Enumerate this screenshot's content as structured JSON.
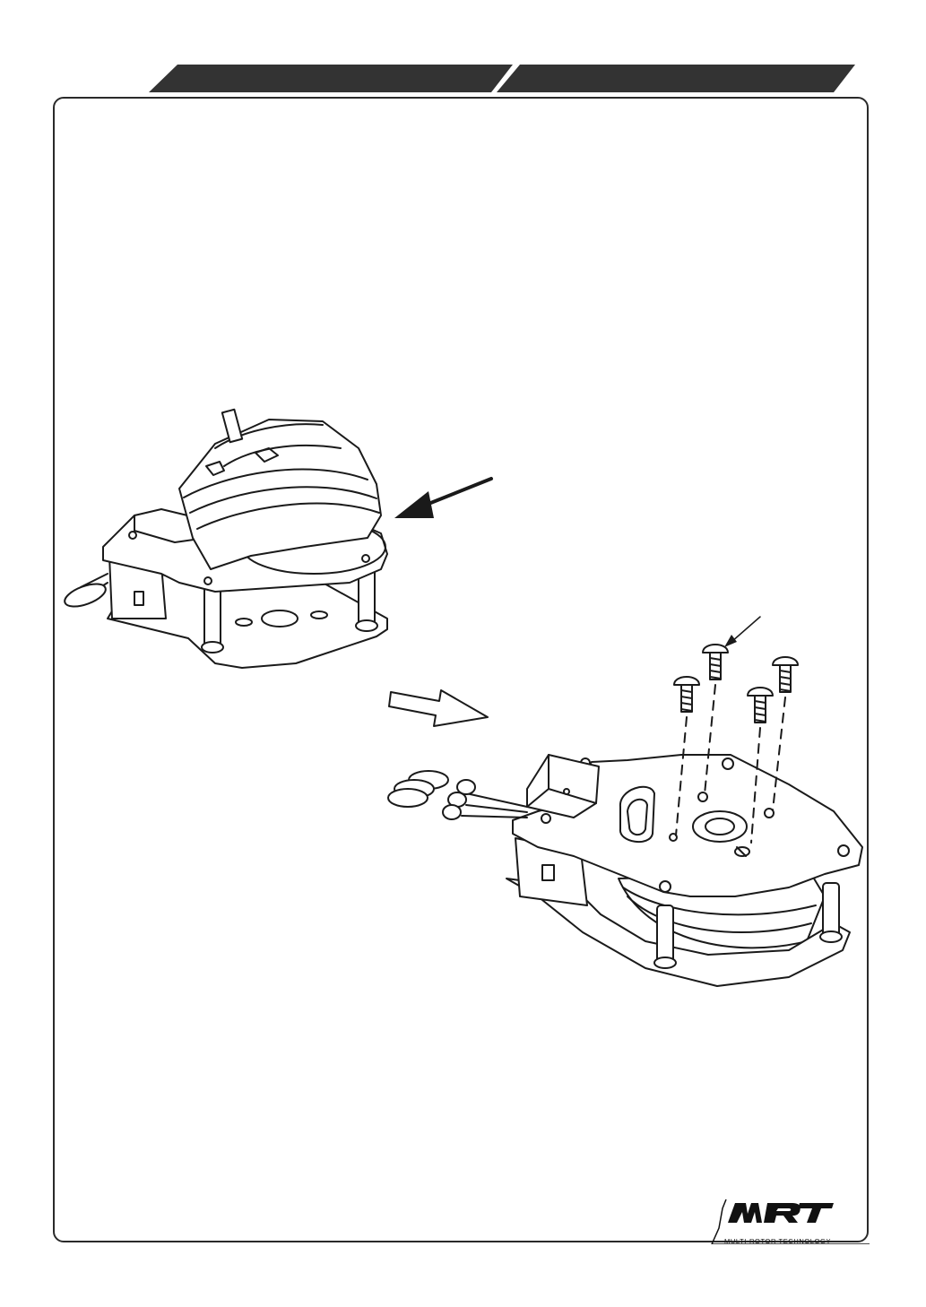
{
  "header": {
    "tab_left_label": "",
    "tab_right_label": ""
  },
  "figure": {
    "step1_arrow_icon": "arrow-insert-icon",
    "step_transition_icon": "hollow-arrow-right-icon",
    "screw_callout_icon": "callout-arrow-icon",
    "screw_count": 4
  },
  "logo": {
    "mark": "MRT",
    "tagline": "MULTI-ROTOR TECHNOLOGY"
  },
  "colors": {
    "line": "#1a1a1a",
    "tab_fill": "#333333",
    "paper": "#ffffff"
  }
}
